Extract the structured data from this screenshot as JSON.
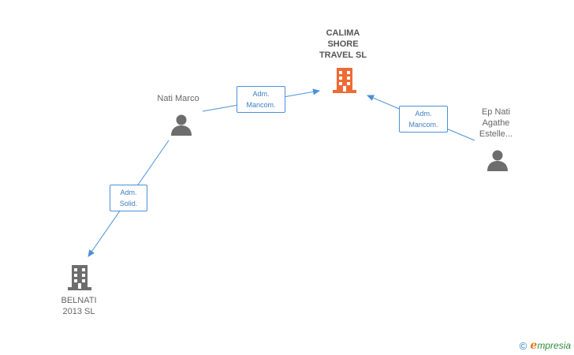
{
  "nodes": {
    "calima": {
      "label": "CALIMA\nSHORE\nTRAVEL SL",
      "icon": "building-icon",
      "color": "#f06a35"
    },
    "nati_marco": {
      "label": "Nati Marco",
      "icon": "person-icon",
      "color": "#6d6d6d"
    },
    "ep_nati": {
      "label": "Ep Nati\nAgathe\nEstelle...",
      "icon": "person-icon",
      "color": "#6d6d6d"
    },
    "belnati": {
      "label": "BELNATI\n2013 SL",
      "icon": "building-icon",
      "color": "#6d6d6d"
    }
  },
  "edges": {
    "nati_to_calima": {
      "line1": "Adm.",
      "line2": "Mancom."
    },
    "ep_to_calima": {
      "line1": "Adm.",
      "line2": "Mancom."
    },
    "nati_to_belnati": {
      "line1": "Adm.",
      "line2": "Solid."
    }
  },
  "colors": {
    "edge": "#4a90d9"
  },
  "footer": {
    "copyright": "©",
    "brand_initial": "e",
    "brand_rest": "mpresia"
  }
}
